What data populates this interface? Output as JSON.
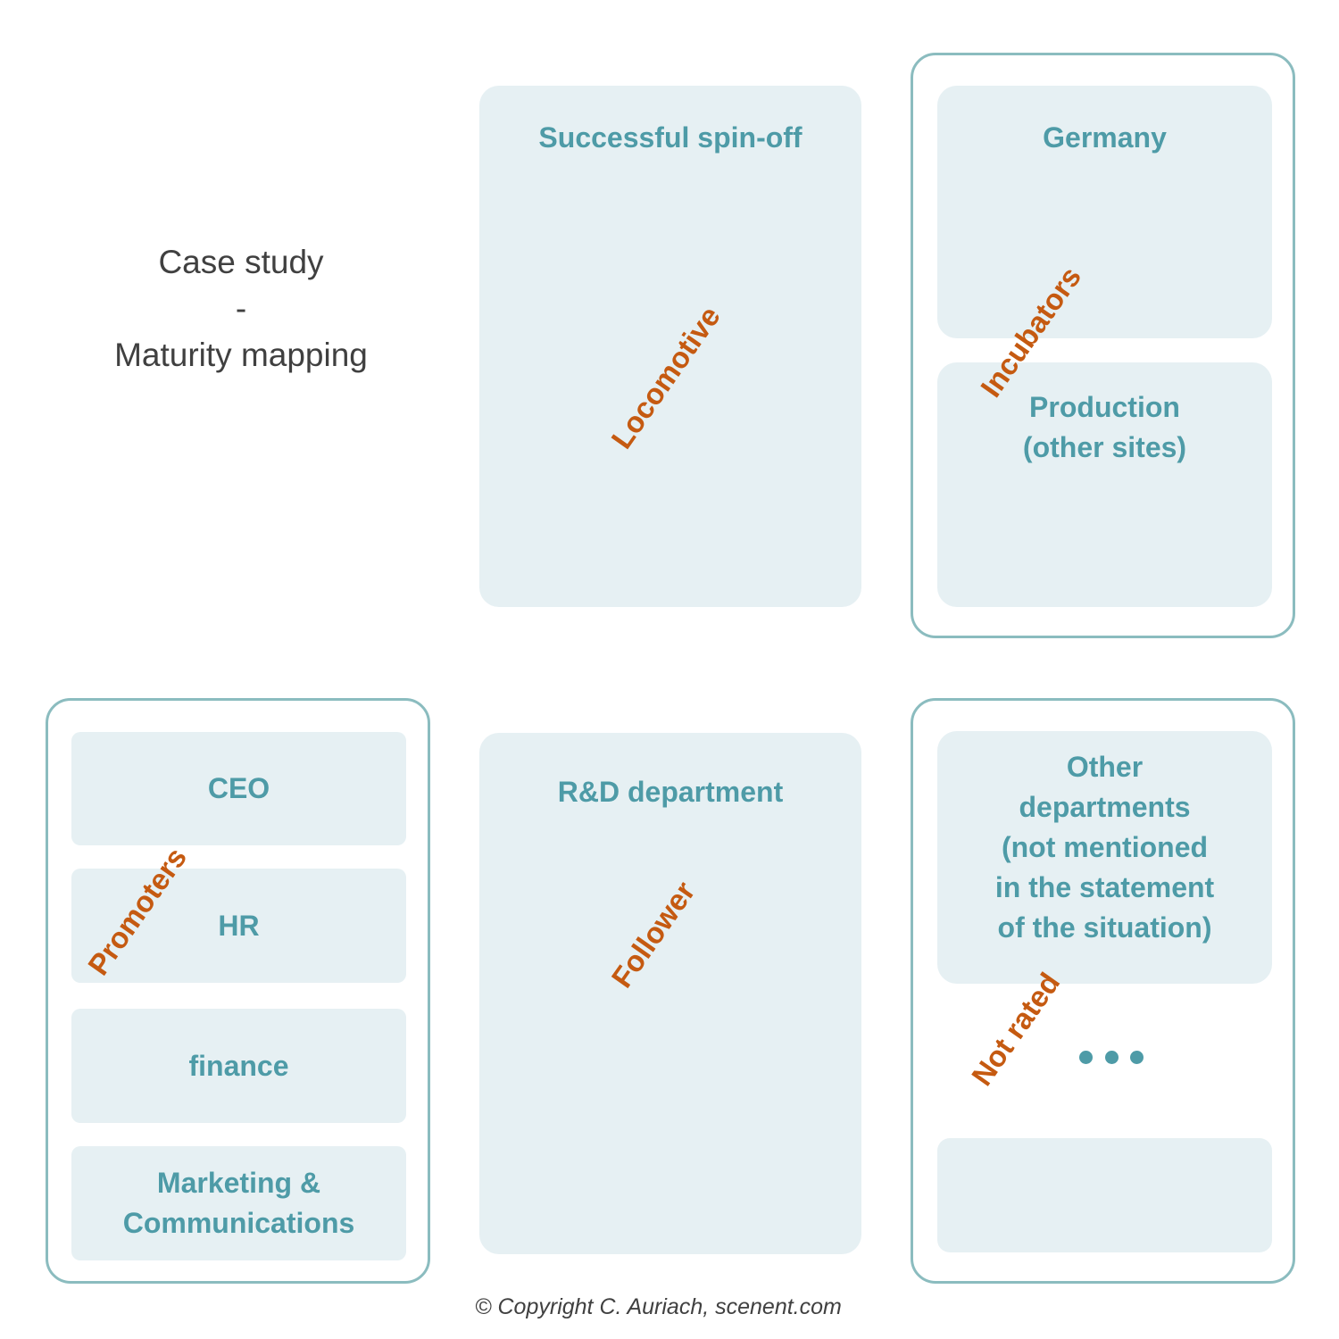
{
  "title": {
    "line1": "Case study",
    "line2": "-",
    "line3": "Maturity mapping"
  },
  "boxes": {
    "successful_spinoff": "Successful spin-off",
    "germany": "Germany",
    "production_line1": "Production",
    "production_line2": "(other sites)",
    "ceo": "CEO",
    "hr": "HR",
    "finance": "finance",
    "marketing_line1": "Marketing &",
    "marketing_line2": "Communications",
    "rd_department": "R&D department",
    "other_line1": "Other",
    "other_line2": "departments",
    "other_line3": "(not mentioned",
    "other_line4": "in the statement",
    "other_line5": "of the situation)"
  },
  "categories": {
    "locomotive": "Locomotive",
    "incubators": "Incubators",
    "promoters": "Promoters",
    "follower": "Follower",
    "not_rated": "Not rated"
  },
  "copyright": "© Copyright C. Auriach, scenent.com",
  "colors": {
    "box_fill": "#e6f0f3",
    "box_text": "#4e9ba7",
    "frame_border": "#8bbcbf",
    "category_text": "#c55a11",
    "title_text": "#404040"
  }
}
